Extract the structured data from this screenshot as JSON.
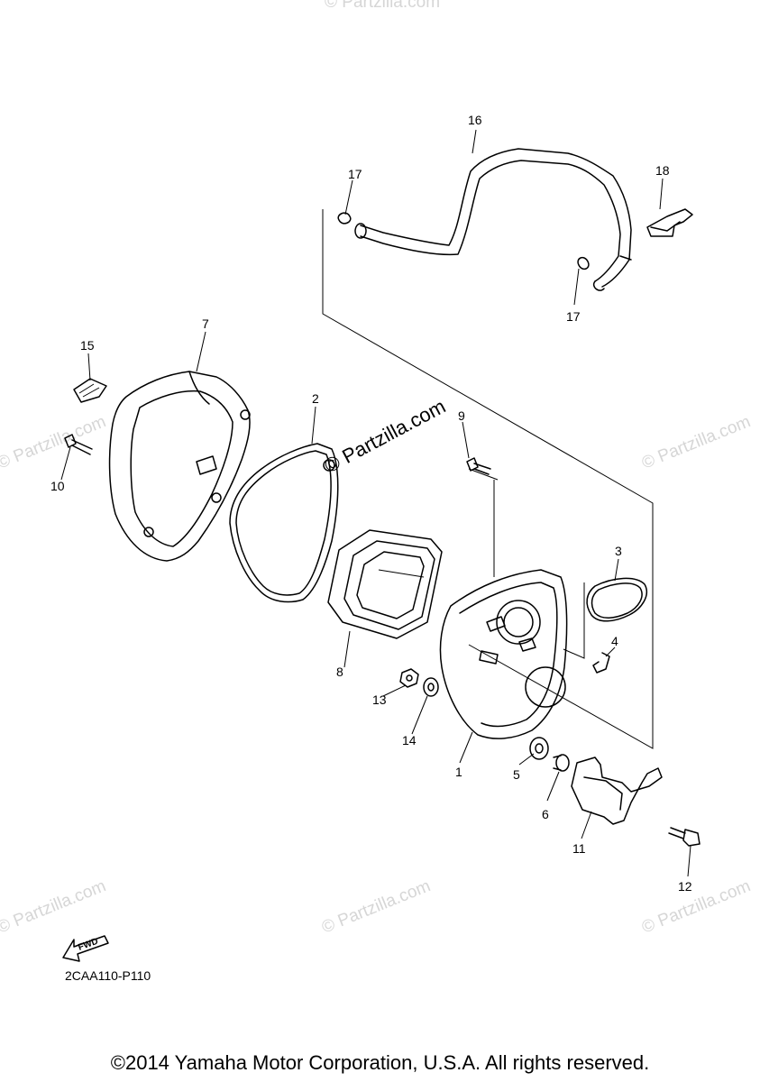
{
  "watermark": "© Partzilla.com",
  "reference_code": "2CAA110-P110",
  "copyright": "©2014 Yamaha Motor Corporation, U.S.A. All rights reserved.",
  "fwd_label": "FWD",
  "callouts": [
    {
      "id": "1",
      "label": "1"
    },
    {
      "id": "2",
      "label": "2"
    },
    {
      "id": "3",
      "label": "3"
    },
    {
      "id": "4",
      "label": "4"
    },
    {
      "id": "5",
      "label": "5"
    },
    {
      "id": "6",
      "label": "6"
    },
    {
      "id": "7",
      "label": "7"
    },
    {
      "id": "8",
      "label": "8"
    },
    {
      "id": "9",
      "label": "9"
    },
    {
      "id": "10",
      "label": "10"
    },
    {
      "id": "11",
      "label": "11"
    },
    {
      "id": "12",
      "label": "12"
    },
    {
      "id": "13",
      "label": "13"
    },
    {
      "id": "14",
      "label": "14"
    },
    {
      "id": "15",
      "label": "15"
    },
    {
      "id": "16",
      "label": "16"
    },
    {
      "id": "17a",
      "label": "17"
    },
    {
      "id": "17b",
      "label": "17"
    },
    {
      "id": "18",
      "label": "18"
    }
  ]
}
